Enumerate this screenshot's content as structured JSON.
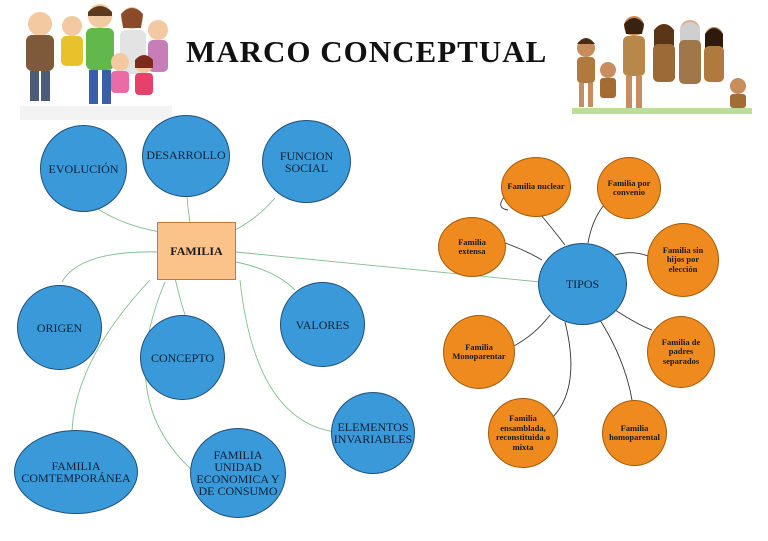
{
  "title": "MARCO  CONCEPTUAL",
  "colors": {
    "blue": "#3a9ad9",
    "orange": "#ef8a1e",
    "center": "#fbc38a",
    "edge_green": "#7fc08f",
    "edge_dark": "#333333"
  },
  "images": {
    "left": "family-illustration",
    "right": "prehistoric-family-illustration"
  },
  "nodes": {
    "familia": "FAMILIA",
    "evolucion": "EVOLUCIÓN",
    "desarrollo": "DESARROLLO",
    "funcion_social": "FUNCION SOCIAL",
    "origen": "ORIGEN",
    "concepto": "CONCEPTO",
    "valores": "VALORES",
    "contemporanea": "FAMILIA COMTEMPORÁNEA",
    "unidad": "FAMILIA UNIDAD ECONOMICA Y DE CONSUMO",
    "invariables": "ELEMENTOS INVARIABLES",
    "tipos": "TIPOS"
  },
  "tipos": {
    "nuclear": "Familia nuclear",
    "convenio": "Familia por convenio",
    "extensa": "Familia extensa",
    "sin_hijos": "Familia sin hijos por elección",
    "monoparental": "Familia Monoparentar",
    "padres_separados": "Familia de padres separados",
    "ensamblada": "Familia ensamblada, reconstituida o mixta",
    "homoparental": "Familia homoparental"
  }
}
